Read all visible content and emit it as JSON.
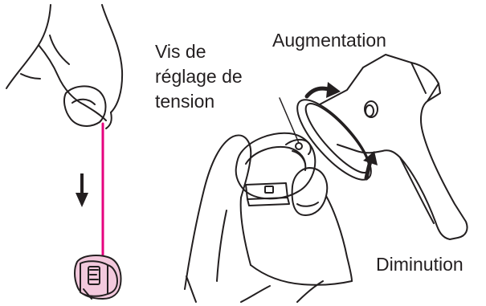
{
  "labels": {
    "tension_screw": [
      "Vis de",
      "réglage de",
      "tension"
    ],
    "increase": "Augmentation",
    "decrease": "Diminution"
  },
  "colors": {
    "line": "#231f20",
    "thread": "#e6007e",
    "bobbin_fill": "#f3c9dd",
    "background": "#ffffff"
  },
  "icons": {
    "pull_direction": "arrow-down-icon",
    "increase_direction": "curved-arrow-right-icon",
    "decrease_direction": "curved-arrow-up-icon"
  }
}
